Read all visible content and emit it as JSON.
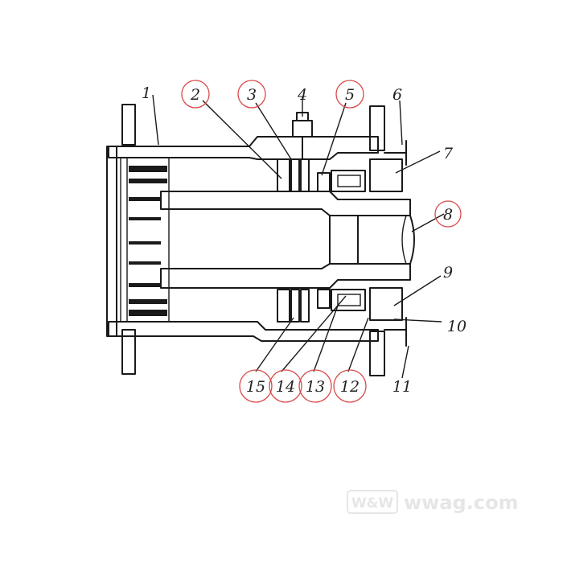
{
  "labels": [
    "1",
    "2",
    "3",
    "4",
    "5",
    "6",
    "7",
    "8",
    "9",
    "10",
    "11",
    "12",
    "13",
    "14",
    "15"
  ],
  "highlight_color": "#d94a4a",
  "watermark": {
    "logo_text": "W&W",
    "domain_text": "wwag.com"
  }
}
